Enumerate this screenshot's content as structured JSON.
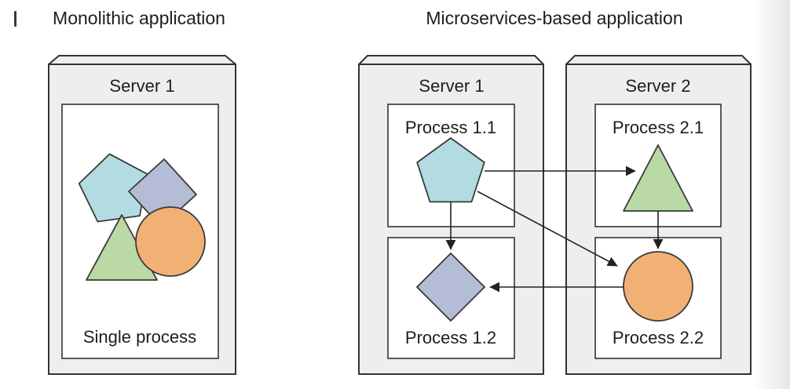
{
  "monolith": {
    "title": "Monolithic application",
    "server": {
      "label": "Server 1",
      "process_label": "Single process",
      "shapes": [
        "pentagon",
        "diamond",
        "triangle",
        "circle"
      ]
    }
  },
  "microservices": {
    "title": "Microservices-based application",
    "servers": [
      {
        "label": "Server 1",
        "processes": [
          {
            "label": "Process 1.1",
            "shape": "pentagon"
          },
          {
            "label": "Process 1.2",
            "shape": "diamond"
          }
        ]
      },
      {
        "label": "Server 2",
        "processes": [
          {
            "label": "Process 2.1",
            "shape": "triangle"
          },
          {
            "label": "Process 2.2",
            "shape": "circle"
          }
        ]
      }
    ],
    "connections": [
      {
        "from": "Process 1.1",
        "to": "Process 2.1"
      },
      {
        "from": "Process 1.1",
        "to": "Process 1.2"
      },
      {
        "from": "Process 1.1",
        "to": "Process 2.2"
      },
      {
        "from": "Process 2.1",
        "to": "Process 2.2"
      },
      {
        "from": "Process 2.2",
        "to": "Process 1.2"
      }
    ]
  },
  "colors": {
    "pentagon": "#b2dce1",
    "diamond": "#b4bcd6",
    "triangle": "#bad9a4",
    "circle": "#f1b174",
    "server_fill": "#eeeeee",
    "box_stroke": "#333333",
    "arrow": "#222222",
    "text": "#1d1d1d"
  }
}
